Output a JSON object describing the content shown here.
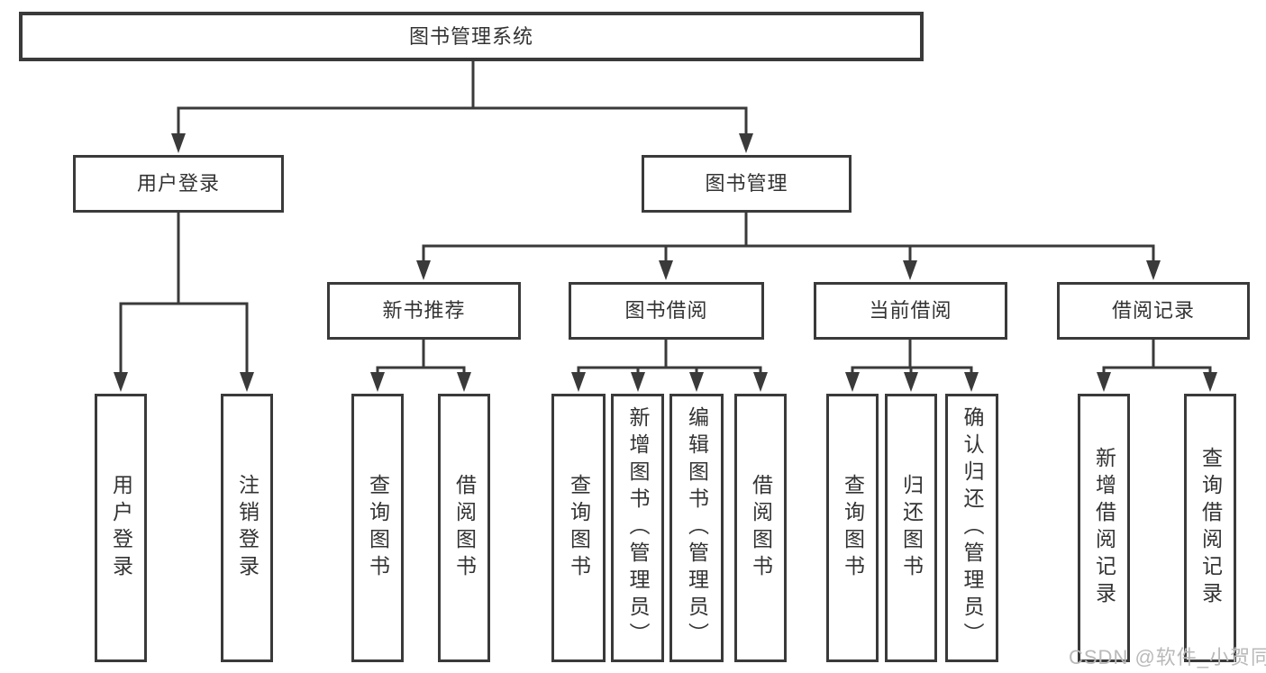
{
  "diagram": {
    "root": {
      "label": "图书管理系统"
    },
    "level2": [
      {
        "label": "用户登录",
        "children": [
          {
            "label": "用户登录"
          },
          {
            "label": "注销登录"
          }
        ]
      },
      {
        "label": "图书管理",
        "children": [
          {
            "label": "新书推荐",
            "children": [
              {
                "label": "查询图书"
              },
              {
                "label": "借阅图书"
              }
            ]
          },
          {
            "label": "图书借阅",
            "children": [
              {
                "label": "查询图书"
              },
              {
                "label": "新增图书（管理员）"
              },
              {
                "label": "编辑图书（管理员）"
              },
              {
                "label": "借阅图书"
              }
            ]
          },
          {
            "label": "当前借阅",
            "children": [
              {
                "label": "查询图书"
              },
              {
                "label": "归还图书"
              },
              {
                "label": "确认归还（管理员）"
              }
            ]
          },
          {
            "label": "借阅记录",
            "children": [
              {
                "label": "新增借阅记录"
              },
              {
                "label": "查询借阅记录"
              }
            ]
          }
        ]
      }
    ]
  },
  "watermark": {
    "text": "CSDN @软件_小贺同学"
  },
  "colors": {
    "line": "#3a3a3a",
    "border": "#3a3a3a",
    "text": "#333333",
    "background": "#ffffff",
    "watermark": "#b9b9b9"
  }
}
